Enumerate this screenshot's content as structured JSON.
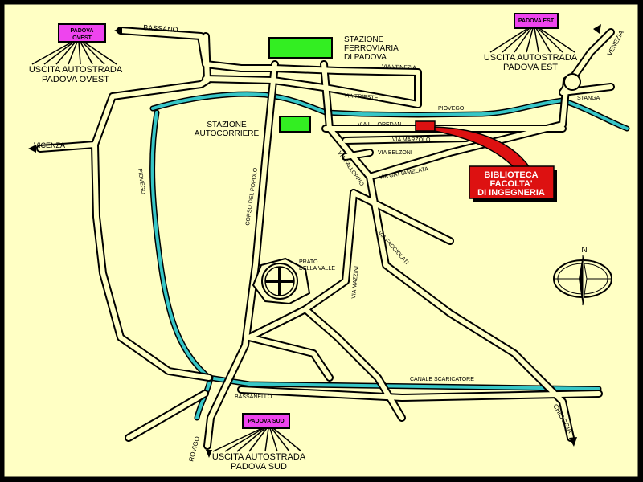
{
  "colors": {
    "background": "#FFFFC4",
    "border": "#000000",
    "river": "#36C6C6",
    "station_fill": "#33EE22",
    "exit_fill": "#EE44EE",
    "library_fill": "#DD1111",
    "library_text": "#FFFFFF"
  },
  "markers": {
    "padova_ovest": "PADOVA\nOVEST",
    "padova_est": "PADOVA EST",
    "padova_sud": "PADOVA SUD"
  },
  "labels": {
    "bassano": "BASSANO",
    "stazione_ferroviaria": "STAZIONE\nFERROVIARIA\nDI PADOVA",
    "uscita_ovest": "USCITA AUTOSTRADA\nPADOVA OVEST",
    "uscita_est": "USCITA AUTOSTRADA\nPADOVA EST",
    "uscita_sud": "USCITA AUTOSTRADA\nPADOVA SUD",
    "venezia_exit": "VENEZIA",
    "stanga": "STANGA",
    "via_venezia": "VIA VENEZIA",
    "via_trieste": "VIA TRIESTE",
    "piovego_top": "PIOVEGO",
    "via_loredan": "VIA L. LOREDAN",
    "via_marzolo": "VIA MARZOLO",
    "via_belzoni": "VIA BELZONI",
    "via_gattamelata": "VIA GATTAMELATA",
    "via_falloppio": "VIA FALLOPPIO",
    "via_facciolati": "VIA FACCIOLATI",
    "stazione_autocorriere": "STAZIONE\nAUTOCORRIERE",
    "vicenza": "VICENZA",
    "piovego_left": "PIOVEGO",
    "corso_popolo": "CORSO DEL POPOLO",
    "prato_della_valle": "PRATO\nDELLA VALLE",
    "via_mazzini": "VIA MAZZINI",
    "canale_scaricatore": "CANALE SCARICATORE",
    "bassanello": "BASSANELLO",
    "rovigo": "ROVIGO",
    "chioggia": "CHIOGGIA",
    "library": "BIBLIOTECA\nFACOLTA'\nDI INGEGNERIA",
    "compass_n": "N"
  }
}
